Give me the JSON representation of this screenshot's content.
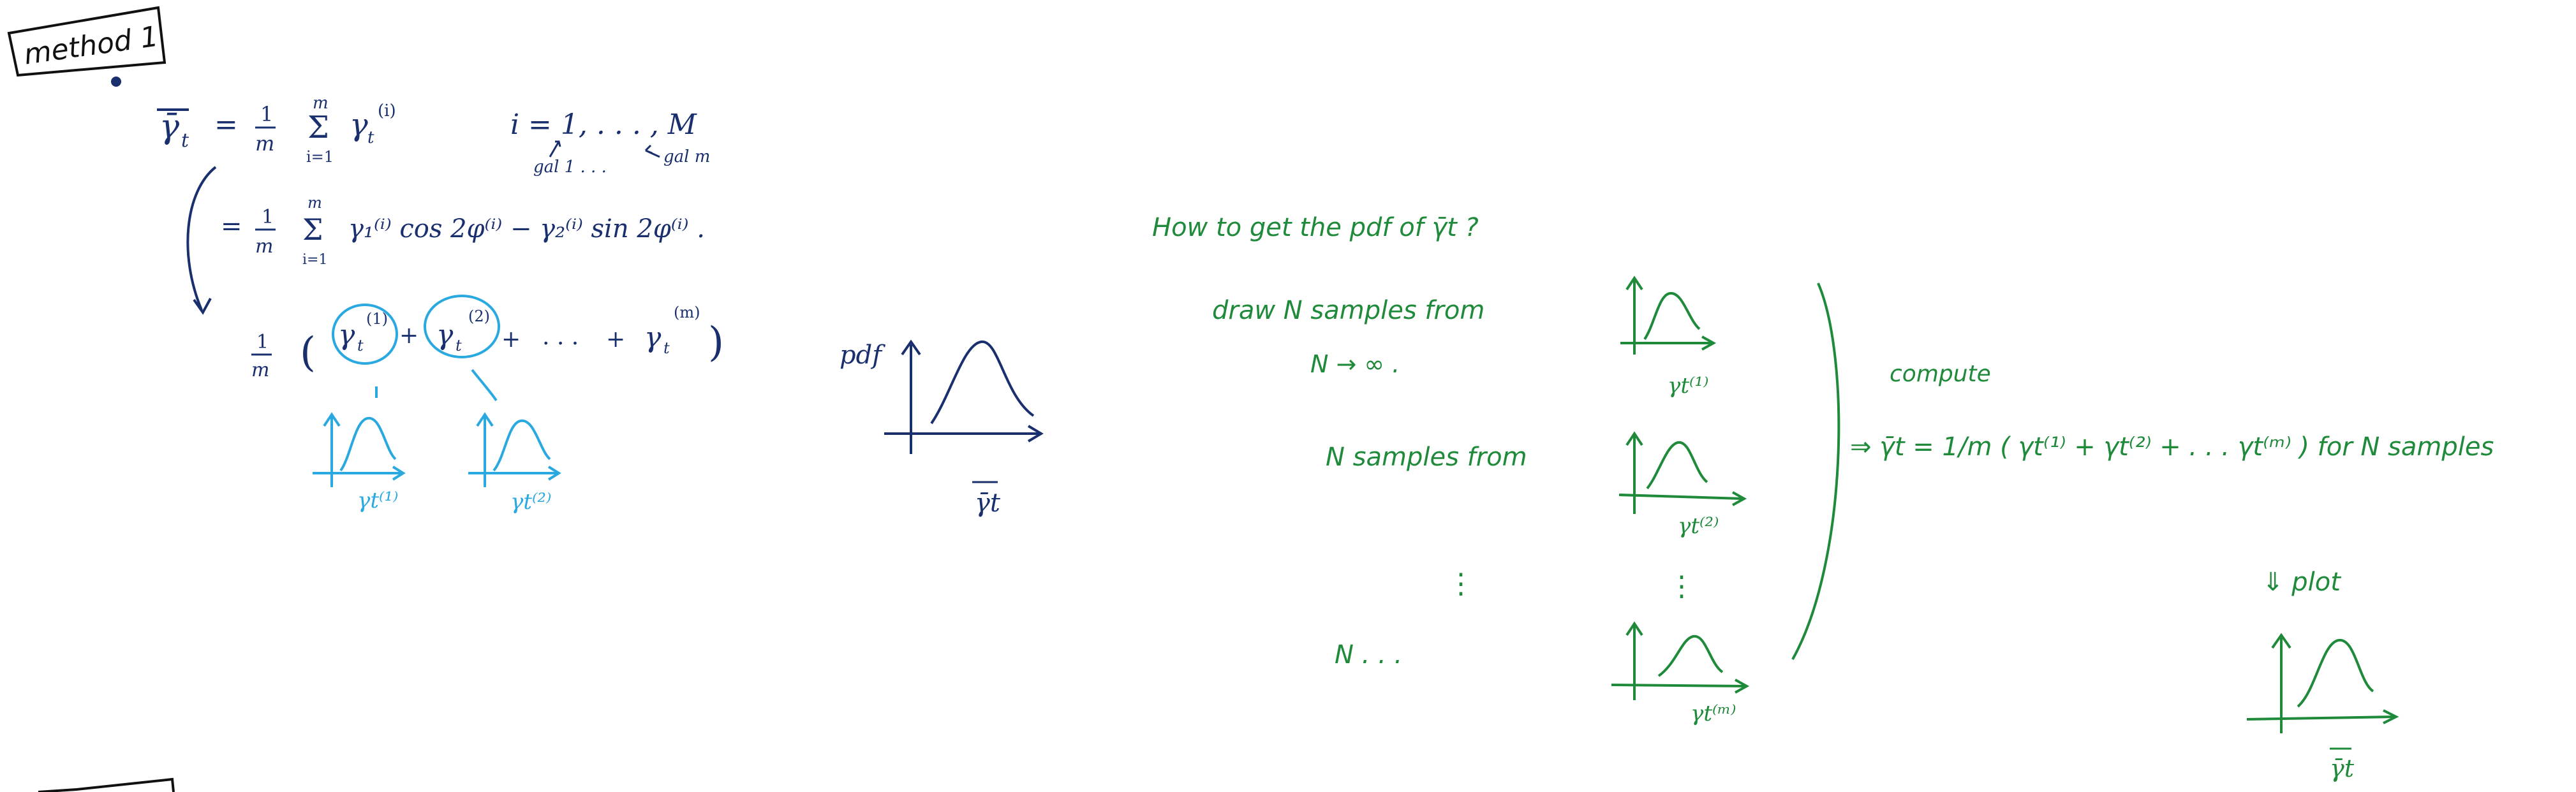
{
  "tag": {
    "label": "method 1"
  },
  "left": {
    "lhs_symbol": "γ̄",
    "lhs_sub": "t",
    "eq1": {
      "equals": "=",
      "coef_num": "1",
      "coef_den": "m",
      "sum_top": "m",
      "sum": "Σ",
      "sum_bottom": "i=1",
      "term": "γ",
      "term_sub": "t",
      "term_sup": "(i)"
    },
    "index_note": {
      "text": "i = 1, . . . , M",
      "left_note": "gal 1  . . .",
      "right_note": "gal m"
    },
    "eq2": {
      "equals": "=",
      "coef_num": "1",
      "coef_den": "m",
      "sum_top": "m",
      "sum": "Σ",
      "sum_bottom": "i=1",
      "expr": "γ₁⁽ⁱ⁾ cos 2φ⁽ⁱ⁾ − γ₂⁽ⁱ⁾ sin 2φ⁽ⁱ⁾ ."
    },
    "eq3": {
      "coef_num": "1",
      "coef_den": "m",
      "open": "(",
      "t1": "γ",
      "t1_sup": "(1)",
      "t1_sub": "t",
      "plus1": "+",
      "t2": "γ",
      "t2_sup": "(2)",
      "t2_sub": "t",
      "plus2": "+",
      "dots": ". . .",
      "plus3": "+",
      "tm": "γ",
      "tm_sup": "(m)",
      "tm_sub": "t",
      "close": ")"
    },
    "small_plot1_label": "γt⁽¹⁾",
    "small_plot2_label": "γt⁽²⁾"
  },
  "mid": {
    "pdf_label": "pdf",
    "x_label": "γ̄t"
  },
  "right": {
    "question": "How to get the pdf of  γ̄t ?",
    "row1": "draw   N  samples  from",
    "row1_sub": "N → ∞ .",
    "row2": "N  samples  from",
    "row_dots": "⋮",
    "row3": "N . . .",
    "plot_labels": [
      "γt⁽¹⁾",
      "γt⁽²⁾",
      "⋮",
      "γt⁽ᵐ⁾"
    ],
    "compute_label": "compute",
    "result": "⇒  γ̄t =  1/m ( γt⁽¹⁾ + γt⁽²⁾ + . . . γt⁽ᵐ⁾ )     for  N  samples",
    "plot_arrow": "⇓  plot",
    "final_label": "γ̄t"
  },
  "colors": {
    "navy": "#1a2f6e",
    "green": "#1e8a3a",
    "cyan": "#29a9e0"
  }
}
